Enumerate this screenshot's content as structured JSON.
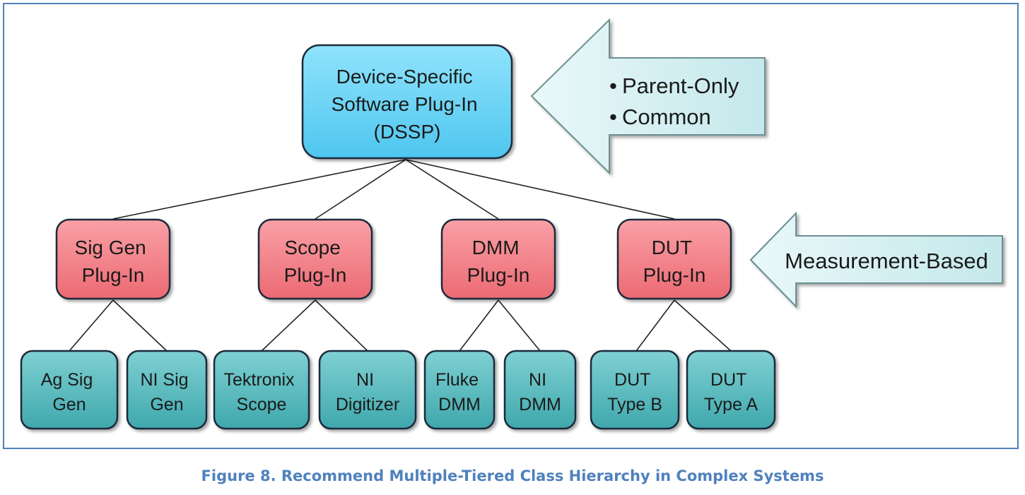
{
  "root": {
    "lines": [
      "Device-Specific",
      "Software Plug-In",
      "(DSSP)"
    ]
  },
  "plugins": [
    {
      "lines": [
        "Sig Gen",
        "Plug-In"
      ]
    },
    {
      "lines": [
        "Scope",
        "Plug-In"
      ]
    },
    {
      "lines": [
        "DMM",
        "Plug-In"
      ]
    },
    {
      "lines": [
        "DUT",
        "Plug-In"
      ]
    }
  ],
  "leaves": [
    {
      "lines": [
        "Ag Sig",
        "Gen"
      ]
    },
    {
      "lines": [
        "NI Sig",
        "Gen"
      ]
    },
    {
      "lines": [
        "Tektronix",
        "Scope"
      ]
    },
    {
      "lines": [
        "NI",
        "Digitizer"
      ]
    },
    {
      "lines": [
        "Fluke",
        "DMM"
      ]
    },
    {
      "lines": [
        "NI",
        "DMM"
      ]
    },
    {
      "lines": [
        "DUT",
        "Type B"
      ]
    },
    {
      "lines": [
        "DUT",
        "Type A"
      ]
    }
  ],
  "arrows": {
    "top": {
      "bullets": [
        "Parent-Only",
        "Common"
      ]
    },
    "middle": {
      "label": "Measurement-Based"
    }
  },
  "caption": "Figure 8. Recommend Multiple-Tiered Class Hierarchy in Complex Systems",
  "colors": {
    "root_fill": "#66d4f7",
    "plugin_fill": "#f47f86",
    "leaf_fill": "#4fb7bb",
    "arrow_fill": "#d0eef0",
    "caption": "#4f81bd",
    "frame": "#4f81bd"
  }
}
